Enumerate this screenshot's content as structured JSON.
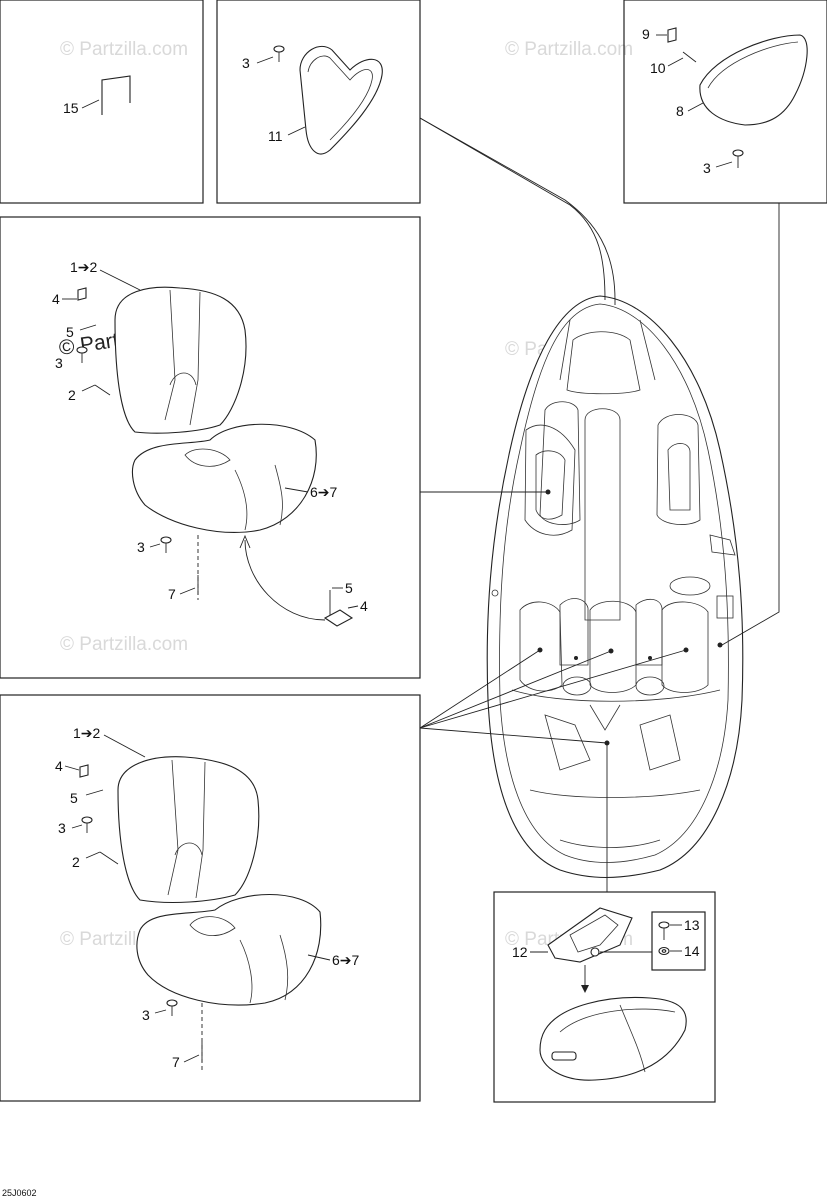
{
  "watermark": "© Partzilla.com",
  "drawing_code": "25J0602",
  "callouts": {
    "box1": {
      "c15": "15"
    },
    "box2": {
      "c3": "3",
      "c11": "11"
    },
    "box3": {
      "c9": "9",
      "c10": "10",
      "c8": "8",
      "c3": "3"
    },
    "box4": {
      "c1_2": "1➔2",
      "c4": "4",
      "c5": "5",
      "c3": "3",
      "c2": "2",
      "c6_7": "6➔7",
      "c3b": "3",
      "c7": "7",
      "c5b": "5",
      "c4b": "4"
    },
    "box5": {
      "c1_2": "1➔2",
      "c4": "4",
      "c5": "5",
      "c3": "3",
      "c2": "2",
      "c6_7": "6➔7",
      "c3b": "3",
      "c7": "7"
    },
    "box6": {
      "c12": "12",
      "c13": "13",
      "c14": "14"
    }
  }
}
